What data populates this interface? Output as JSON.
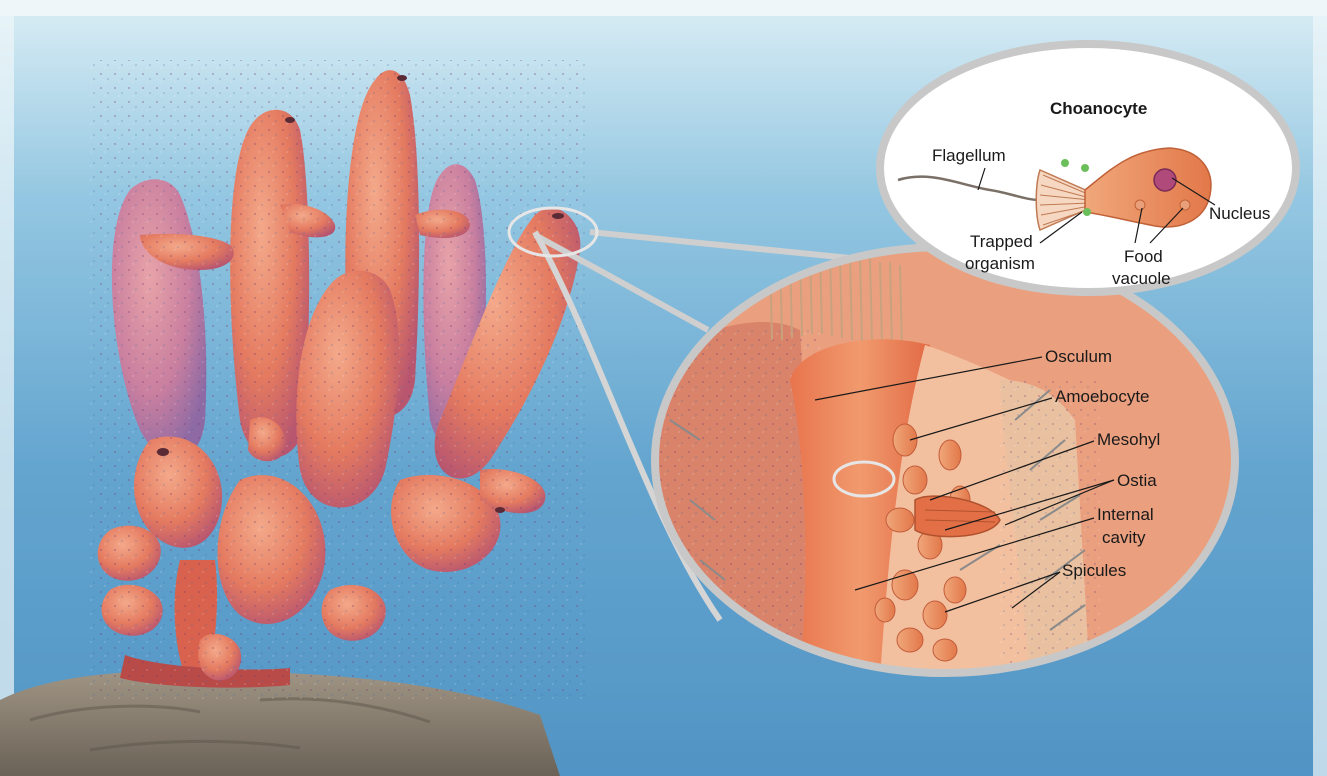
{
  "choanocyte": {
    "title": "Choanocyte",
    "labels": {
      "flagellum": "Flagellum",
      "trapped_1": "Trapped",
      "trapped_2": "organism",
      "food_1": "Food",
      "food_2": "vacuole",
      "nucleus": "Nucleus"
    }
  },
  "section_labels": {
    "osculum": "Osculum",
    "amoebocyte": "Amoebocyte",
    "mesohyl": "Mesohyl",
    "ostia": "Ostia",
    "internal_1": "Internal",
    "internal_2": "cavity",
    "spicules": "Spicules"
  },
  "colors": {
    "water_top": "#bfe0ee",
    "water_mid": "#5aa6d4",
    "water_deep": "#2a6fa8",
    "sponge": "#e77d5c",
    "sponge_dark": "#c65536",
    "sponge_light": "#f7b48e",
    "rock": "#8d8374",
    "lens_border": "#c8c8c8"
  }
}
